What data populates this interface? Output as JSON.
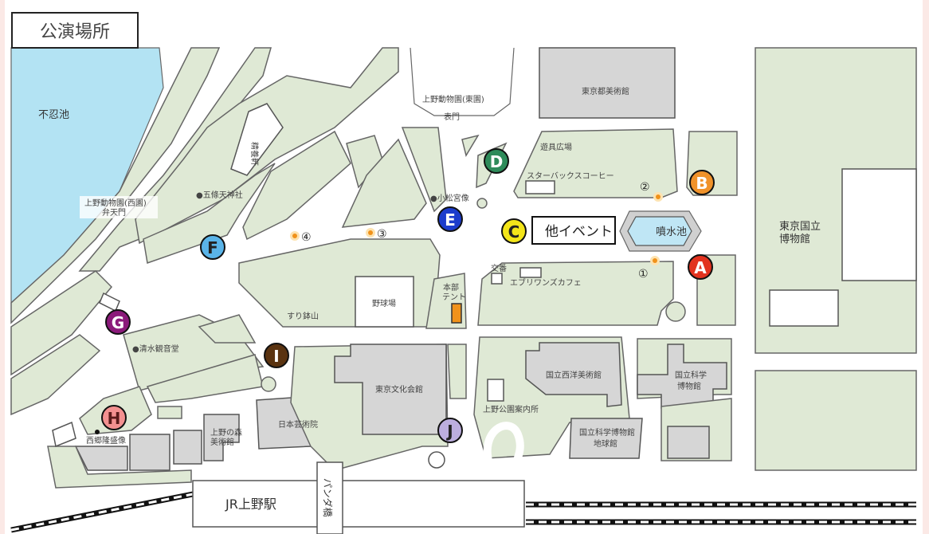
{
  "title": "公演場所",
  "colors": {
    "park_green": "#dfe9d5",
    "building_gray": "#d6d6d6",
    "water": "#b3e3f3",
    "outline": "#666666"
  },
  "venues": [
    {
      "letter": "A",
      "color": "#e2321e",
      "text_color": "#ffffff"
    },
    {
      "letter": "B",
      "color": "#f0922a",
      "text_color": "#ffffff"
    },
    {
      "letter": "C",
      "color": "#f3e51a",
      "text_color": "#222222"
    },
    {
      "letter": "D",
      "color": "#2e8b5a",
      "text_color": "#ffffff"
    },
    {
      "letter": "E",
      "color": "#1c3ccc",
      "text_color": "#ffffff"
    },
    {
      "letter": "F",
      "color": "#5ab4e8",
      "text_color": "#222222"
    },
    {
      "letter": "G",
      "color": "#8b1a7a",
      "text_color": "#ffffff"
    },
    {
      "letter": "H",
      "color": "#f39090",
      "text_color": "#5a1a1a"
    },
    {
      "letter": "I",
      "color": "#5a3310",
      "text_color": "#ffffff"
    },
    {
      "letter": "J",
      "color": "#bcaede",
      "text_color": "#222222"
    }
  ],
  "spots": [
    "①",
    "②",
    "③",
    "④"
  ],
  "labels": {
    "other_event": "他イベント",
    "fountain": "噴水池",
    "shinobazu": "不忍池",
    "tokyo_met_art": "東京都美術館",
    "zoo_east": "上野動物園(東園)",
    "omotemon": "表門",
    "playground": "遊具広場",
    "starbucks": "スターバックスコーヒー",
    "komatsu": "●小松宮像",
    "koban": "交番",
    "everyones_cafe": "エブリワンズカフェ",
    "tnm": "東京国立\n博物館",
    "tnm_line1": "東京国立",
    "tnm_line2": "博物館",
    "seiyoken": "精養軒",
    "gojoten": "●五條天神社",
    "zoo_west_1": "上野動物園(西園)",
    "zoo_west_2": "弁天門",
    "suribachi": "すり鉢山",
    "baseball": "野球場",
    "hq_tent_1": "本部",
    "hq_tent_2": "テント",
    "kiyomizu": "●清水観音堂",
    "saigo": "西郷隆盛像",
    "ueno_mori_1": "上野の森",
    "ueno_mori_2": "美術館",
    "geijutsuin": "日本芸術院",
    "bunka_kaikan": "東京文化会館",
    "western_art": "国立西洋美術館",
    "info_center": "上野公園案内所",
    "science_1": "国立科学",
    "science_2": "博物館",
    "globe_1": "国立科学博物館",
    "globe_2": "地球館",
    "jr_station": "JR上野駅",
    "panda_bridge": "パンダ橋"
  }
}
